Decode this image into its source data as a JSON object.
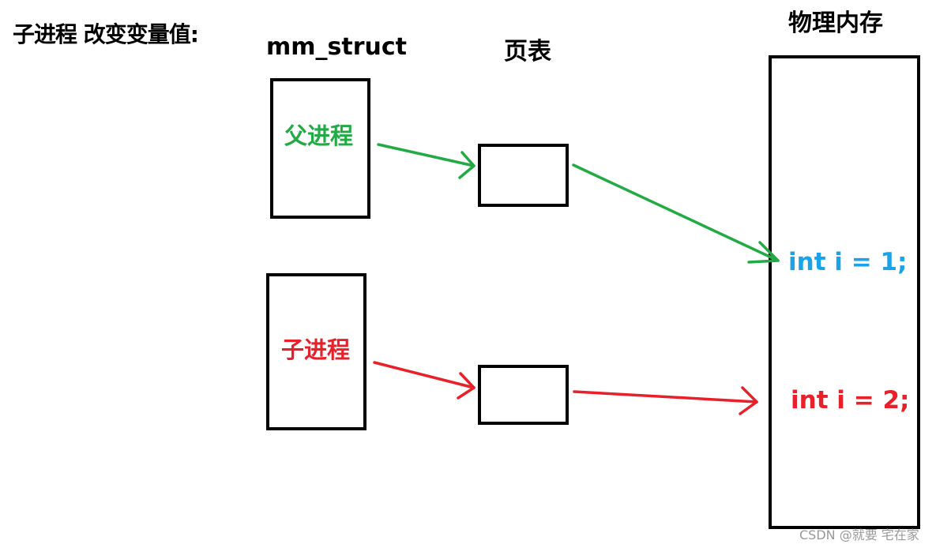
{
  "title": "子进程 改变变量值:",
  "headings": {
    "mm_struct": "mm_struct",
    "page_table": "页表",
    "physical_memory": "物理内存"
  },
  "processes": {
    "parent": "父进程",
    "child": "子进程"
  },
  "memory_values": {
    "parent_value": "int i = 1;",
    "child_value": "int i = 2;"
  },
  "watermark": "CSDN @就要 宅在家",
  "colors": {
    "parent": "#22aa44",
    "child": "#e8202a",
    "value_blue": "#1aa3e8",
    "line_black": "#000000"
  }
}
